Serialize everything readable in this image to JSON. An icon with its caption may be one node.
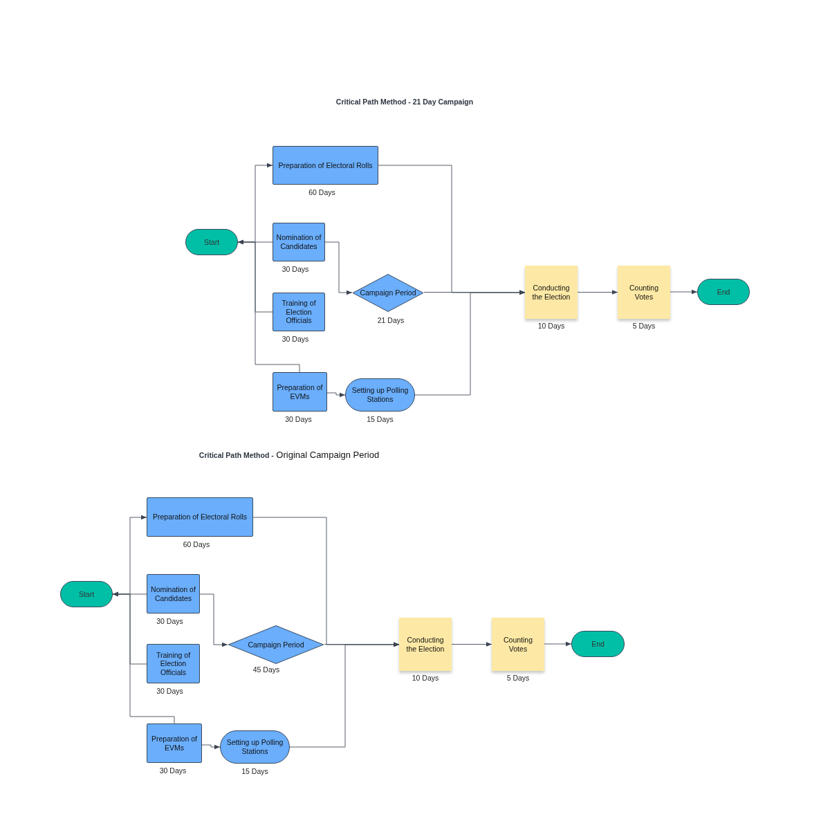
{
  "diagram": {
    "nodes": [
      {
        "text": [
          "Start"
        ]
      },
      {
        "text": [
          "Preparation of Electoral Rolls"
        ],
        "beside": [
          "60 Days"
        ]
      },
      {
        "text": [
          "Nomination of Candidates"
        ],
        "beside": [
          "30 Days"
        ]
      },
      {
        "text": [
          "Training of Election Officials"
        ],
        "beside": [
          "30 Days"
        ]
      },
      {
        "text": [
          "Preparation of EVMs"
        ],
        "beside": [
          "30 Days"
        ]
      },
      {
        "text": [
          "Campaign Period"
        ],
        "beside": [
          "21 Days"
        ]
      },
      {
        "text": [
          "Setting up Polling Stations"
        ],
        "beside": [
          "15 Days"
        ]
      },
      {
        "text": [
          "Conducting the Election"
        ],
        "beside": [
          "10 Days"
        ]
      },
      {
        "text": [
          "Counting Votes"
        ],
        "beside": [
          "5 Days"
        ]
      },
      {
        "text": [
          "End"
        ]
      },
      {
        "text": [
          "Start"
        ]
      },
      {
        "text": [
          "Preparation of Electoral Rolls"
        ],
        "beside": [
          "60 Days"
        ]
      },
      {
        "text": [
          "Nomination of Candidates"
        ],
        "beside": [
          "30 Days"
        ]
      },
      {
        "text": [
          "Training of Election Officials"
        ],
        "beside": [
          "30 Days"
        ]
      },
      {
        "text": [
          "Preparation of EVMs"
        ],
        "beside": [
          "30 Days"
        ]
      },
      {
        "text": [
          "Campaign Period"
        ],
        "beside": [
          "45 Days"
        ]
      },
      {
        "text": [
          "Setting up Polling Stations"
        ],
        "beside": [
          "15 Days"
        ]
      },
      {
        "text": [
          "Conducting the Election"
        ],
        "beside": [
          "10 Days"
        ]
      },
      {
        "text": [
          "Counting Votes"
        ],
        "beside": [
          "5 Days"
        ]
      },
      {
        "text": [
          "End"
        ]
      }
    ],
    "edges": [
      {
        "from": 0,
        "to": 1,
        "arrow": "to"
      },
      {
        "from": 2,
        "to": 0,
        "arrow": "to"
      },
      {
        "from": 3,
        "to": 0,
        "arrow": "to"
      },
      {
        "from": 4,
        "to": 0,
        "arrow": "to"
      },
      {
        "from": 2,
        "to": 5,
        "arrow": "to"
      },
      {
        "from": 4,
        "to": 6,
        "arrow": "to"
      },
      {
        "from": 1,
        "to": 7,
        "arrow": "to"
      },
      {
        "from": 5,
        "to": 7,
        "arrow": "to"
      },
      {
        "from": 6,
        "to": 7,
        "arrow": "to"
      },
      {
        "from": 7,
        "to": 8,
        "arrow": "to"
      },
      {
        "from": 8,
        "to": 9,
        "arrow": "to"
      },
      {
        "from": 10,
        "to": 11,
        "arrow": "to"
      },
      {
        "from": 12,
        "to": 10,
        "arrow": "to"
      },
      {
        "from": 13,
        "to": 10,
        "arrow": "to"
      },
      {
        "from": 14,
        "to": 10,
        "arrow": "to"
      },
      {
        "from": 12,
        "to": 15,
        "arrow": "to"
      },
      {
        "from": 14,
        "to": 16,
        "arrow": "to"
      },
      {
        "from": 11,
        "to": 17,
        "arrow": "to"
      },
      {
        "from": 15,
        "to": 17,
        "arrow": "to"
      },
      {
        "from": 16,
        "to": 17,
        "arrow": "to"
      },
      {
        "from": 17,
        "to": 18,
        "arrow": "to"
      },
      {
        "from": 18,
        "to": 19,
        "arrow": "to"
      }
    ],
    "labels": [
      "Critical Path Method - 21 Day Campaign",
      "**Critical Path Method -** Original Campaign Period"
    ]
  }
}
